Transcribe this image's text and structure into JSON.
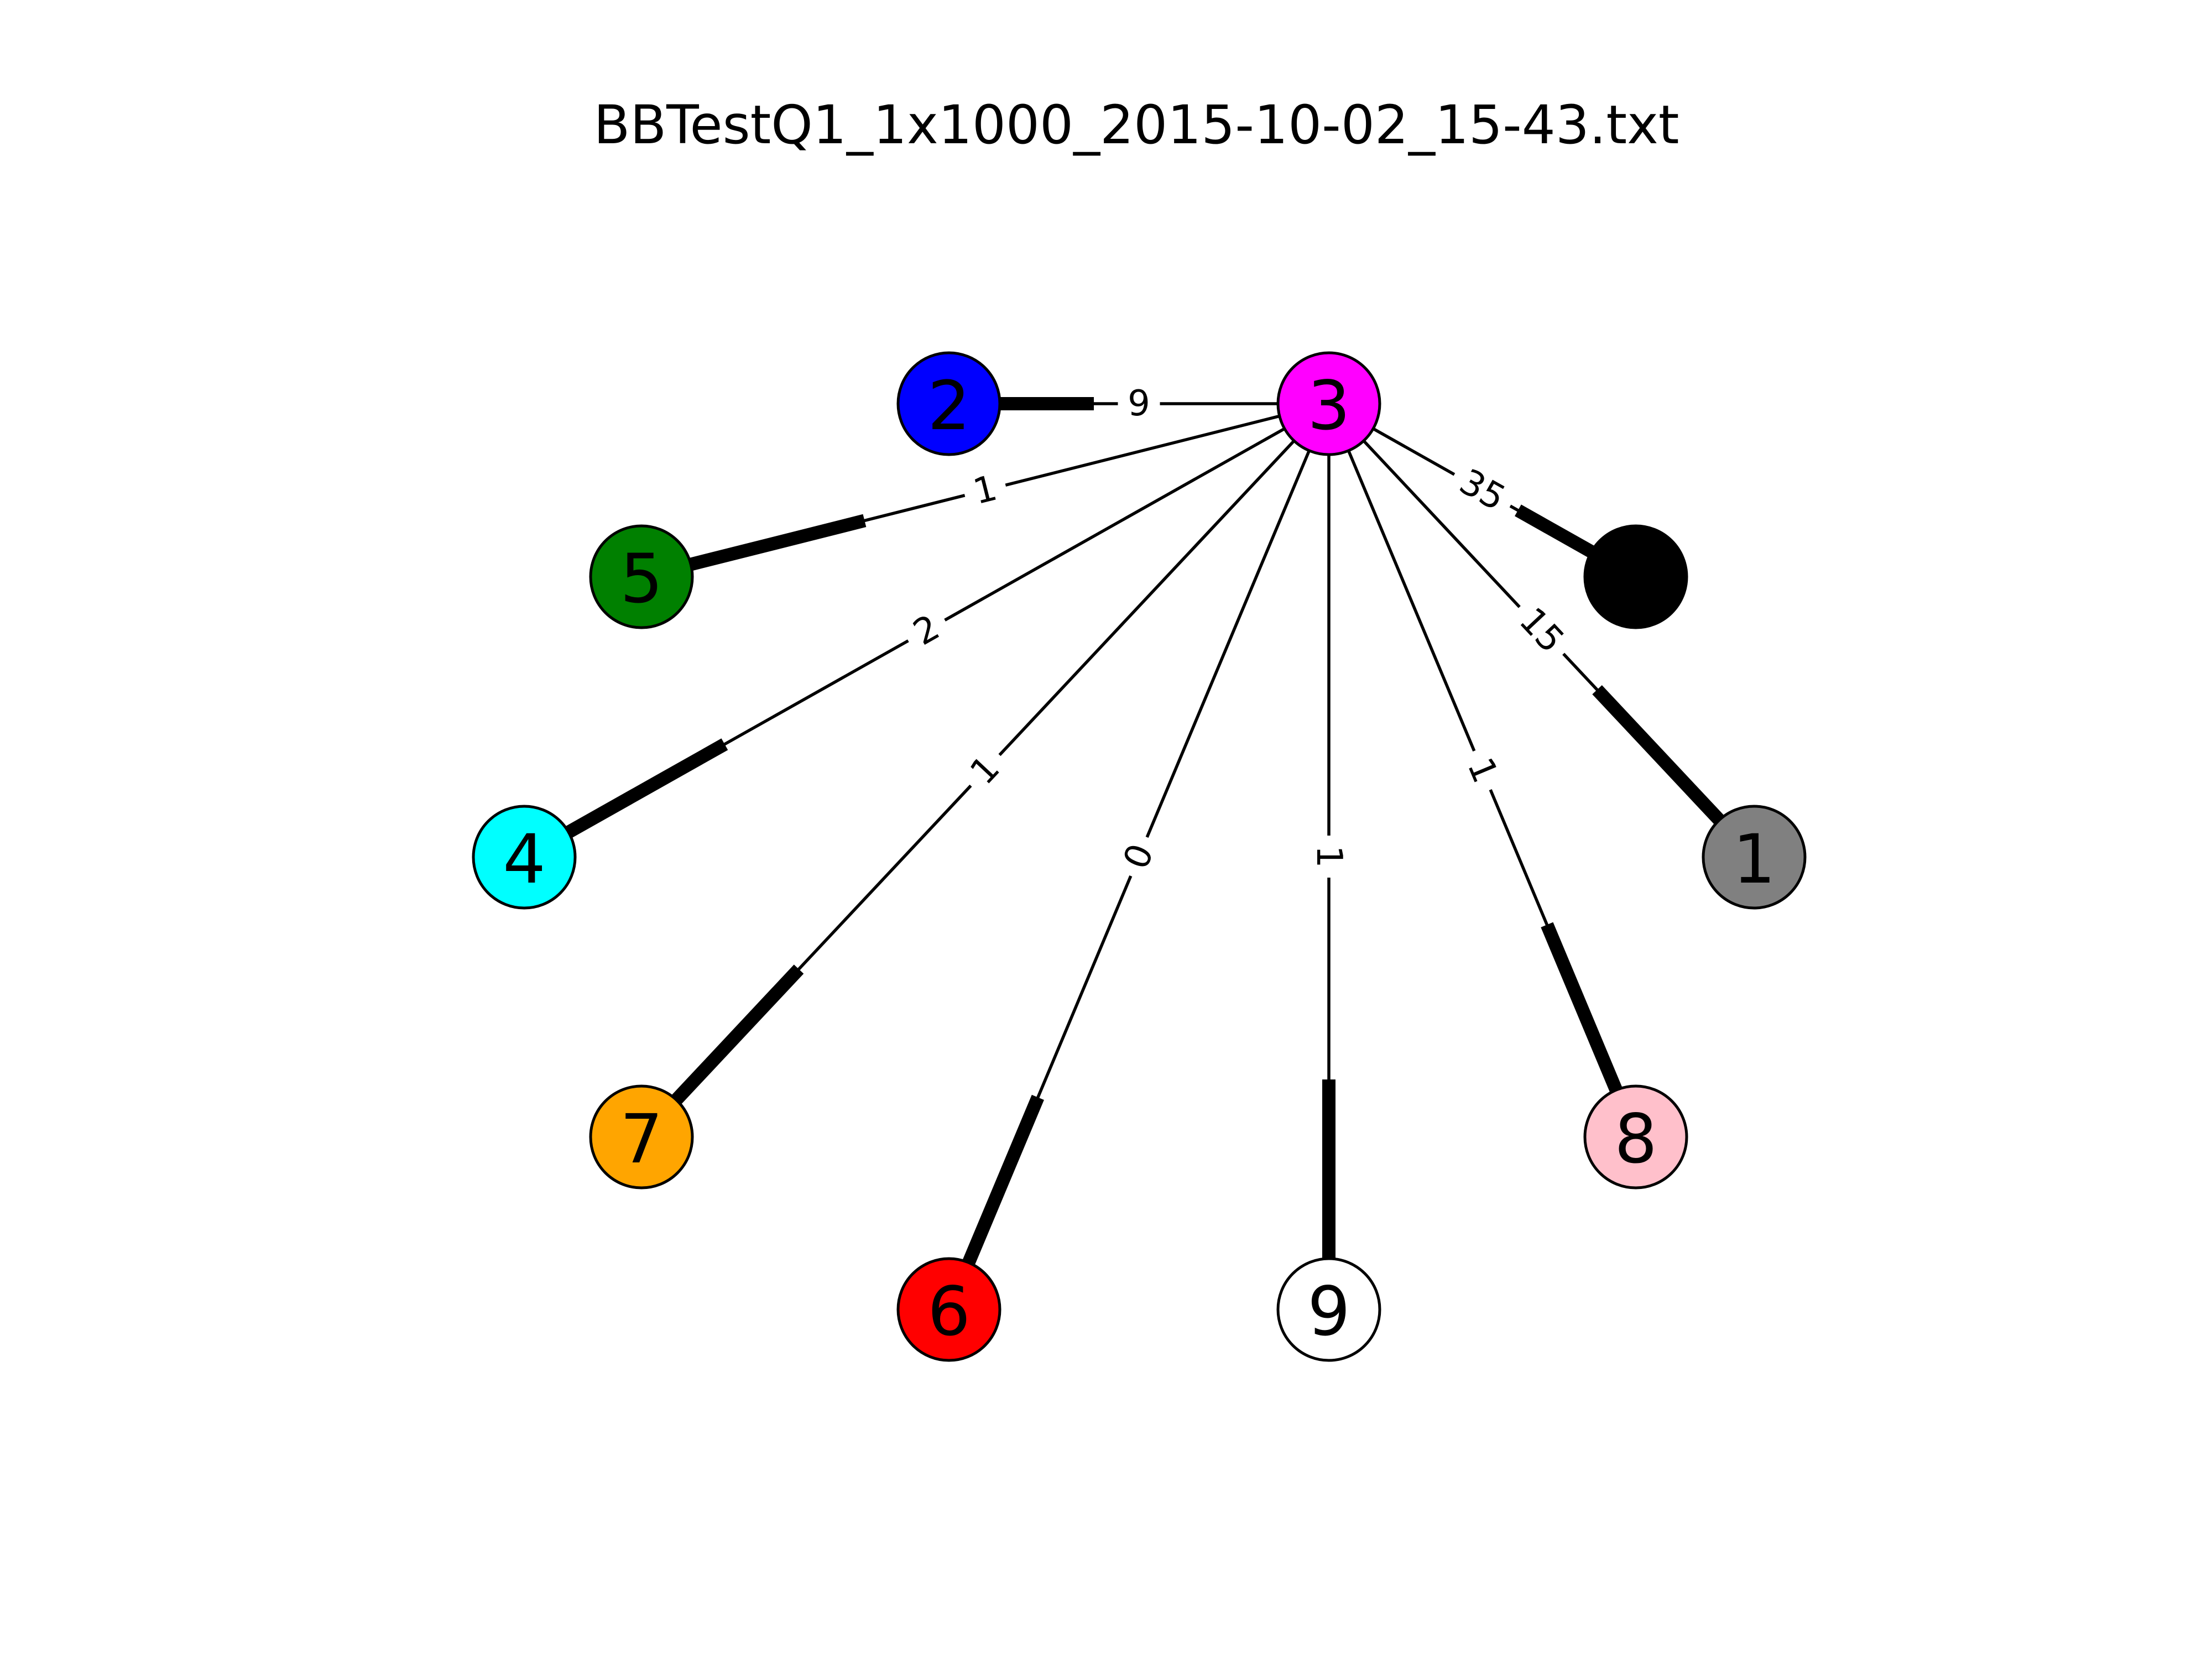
{
  "title": "BBTestQ1_1x1000_2015-10-02_15-43.txt",
  "hub": "3",
  "nodes": [
    {
      "id": "3",
      "label": "3",
      "fill": "#ff00ff"
    },
    {
      "id": "2",
      "label": "2",
      "fill": "#0000ff"
    },
    {
      "id": "5",
      "label": "5",
      "fill": "#008000"
    },
    {
      "id": "4",
      "label": "4",
      "fill": "#00ffff"
    },
    {
      "id": "7",
      "label": "7",
      "fill": "#ffa500"
    },
    {
      "id": "6",
      "label": "6",
      "fill": "#ff0000"
    },
    {
      "id": "9",
      "label": "9",
      "fill": "#ffffff"
    },
    {
      "id": "8",
      "label": "8",
      "fill": "#ffc0cb"
    },
    {
      "id": "1",
      "label": "1",
      "fill": "#808080"
    },
    {
      "id": "black",
      "label": "",
      "fill": "#000000"
    }
  ],
  "edges": [
    {
      "source": "3",
      "target": "2",
      "label": "9"
    },
    {
      "source": "3",
      "target": "5",
      "label": "1"
    },
    {
      "source": "3",
      "target": "4",
      "label": "2"
    },
    {
      "source": "3",
      "target": "7",
      "label": "1"
    },
    {
      "source": "3",
      "target": "6",
      "label": "0"
    },
    {
      "source": "3",
      "target": "9",
      "label": "1"
    },
    {
      "source": "3",
      "target": "8",
      "label": "1"
    },
    {
      "source": "3",
      "target": "1",
      "label": "15"
    },
    {
      "source": "3",
      "target": "black",
      "label": "35"
    }
  ]
}
